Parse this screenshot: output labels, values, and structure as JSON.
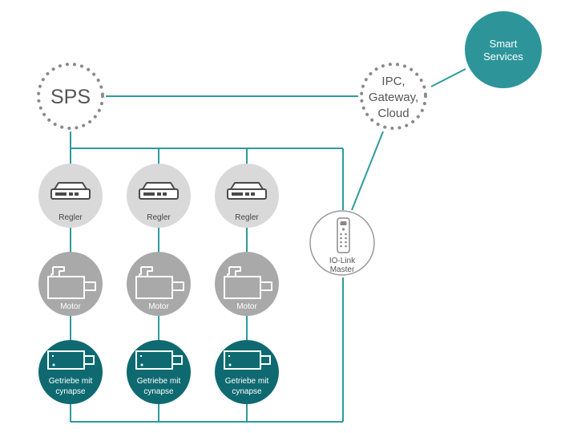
{
  "nodes": {
    "sps": {
      "label": "SPS"
    },
    "ipc": {
      "lines": [
        "IPC,",
        "Gateway,",
        "Cloud"
      ]
    },
    "smart_services": {
      "lines": [
        "Smart",
        "Services"
      ]
    },
    "iolink": {
      "lines": [
        "IO-Link",
        "Master"
      ]
    },
    "columns": [
      {
        "regler": "Regler",
        "motor": "Motor",
        "getriebe": [
          "Getriebe mit",
          "cynapse"
        ]
      },
      {
        "regler": "Regler",
        "motor": "Motor",
        "getriebe": [
          "Getriebe mit",
          "cynapse"
        ]
      },
      {
        "regler": "Regler",
        "motor": "Motor",
        "getriebe": [
          "Getriebe mit",
          "cynapse"
        ]
      }
    ]
  },
  "colors": {
    "line": "#2e9a9e",
    "teal_fill": "#0e6a70",
    "smart_fill": "#2d959a",
    "gray_light": "#d9d9d9",
    "gray_mid": "#a9a9a9",
    "dots": "#8a8a8a"
  }
}
